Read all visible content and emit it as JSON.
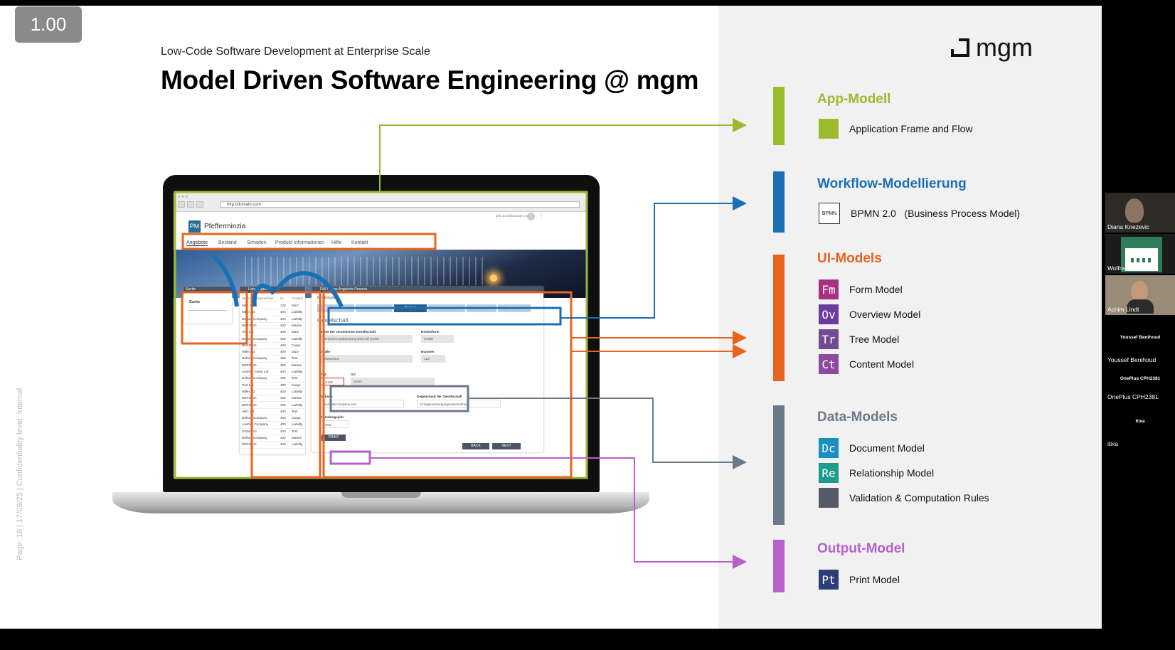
{
  "zoom_level": "1.00",
  "slide": {
    "subtitle": "Low-Code Software Development at Enterprise Scale",
    "title": "Model Driven Software Engineering @ mgm",
    "logo_text": "mgm",
    "sidebar_text": "Page: 18  |  17/09/25  |  Confidentiality level: Internal"
  },
  "categories": [
    {
      "title": "App-Modell",
      "color": "#9bbb2f",
      "items": [
        {
          "chip": "",
          "chip_color": "#9bbb2f",
          "label": "Application Frame and Flow"
        }
      ]
    },
    {
      "title": "Workflow-Modellierung",
      "color": "#1b6fb5",
      "bpmn": {
        "chip": "BPMN",
        "label": "BPMN 2.0   (Business Process Model)"
      }
    },
    {
      "title": "UI-Models",
      "color": "#e8641e",
      "items": [
        {
          "chip": "Fm",
          "chip_color": "#a8317f",
          "label": "Form Model"
        },
        {
          "chip": "Ov",
          "chip_color": "#6b3c9c",
          "label": "Overview Model"
        },
        {
          "chip": "Tr",
          "chip_color": "#6f4c91",
          "label": "Tree Model"
        },
        {
          "chip": "Ct",
          "chip_color": "#8b4a9e",
          "label": "Content Model"
        }
      ]
    },
    {
      "title": "Data-Models",
      "color": "#6b7a8b",
      "items": [
        {
          "chip": "Dc",
          "chip_color": "#1b8fbf",
          "label": "Document Model"
        },
        {
          "chip": "Re",
          "chip_color": "#1d9b8f",
          "label": "Relationship Model"
        },
        {
          "chip": "",
          "chip_color": "#545b66",
          "label": "Validation & Computation Rules"
        }
      ]
    },
    {
      "title": "Output-Model",
      "color": "#b561c9",
      "items": [
        {
          "chip": "Pt",
          "chip_color": "#2a3f7a",
          "label": "Print Model"
        }
      ]
    }
  ],
  "mockup": {
    "url": "http://domain.com",
    "app_logo": "PM",
    "app_name": "Pfefferminzia",
    "user": "john.doe@browser.com",
    "nav": [
      "Angebote",
      "Bestand",
      "Schaden",
      "Produkt Informationen",
      "Hilfe",
      "Kontakt"
    ],
    "search_title": "Suche",
    "search_label": "Suche",
    "list_title": "Liste Angebote",
    "list_headers": [
      "Versicherungsnehmer",
      "Nr.",
      "Product"
    ],
    "list_rows": [
      [
        "ABC Ltd.",
        "178",
        "D&O"
      ],
      [
        "Miller AG",
        "400",
        "Liability"
      ],
      [
        "Default Company",
        "400",
        "Liability"
      ],
      [
        "DEPG AG",
        "400",
        "Marine"
      ],
      [
        "Test Ltd.",
        "400",
        "D&O"
      ],
      [
        "Default Company",
        "400",
        "Liability"
      ],
      [
        "DEPG AG",
        "400",
        "Cargo"
      ],
      [
        "Miller AG",
        "400",
        "D&O"
      ],
      [
        "Default Company",
        "400",
        "Test"
      ],
      [
        "DEPG AG",
        "400",
        "Marine"
      ],
      [
        "Another Comp Ltd",
        "400",
        "Liability"
      ],
      [
        "Default Company",
        "400",
        "Test"
      ],
      [
        "Test Ltd.",
        "400",
        "Cargo"
      ],
      [
        "Miller AG",
        "400",
        "Liability"
      ],
      [
        "DEPG AG",
        "400",
        "Marine"
      ],
      [
        "DEPG AG",
        "400",
        "Liability"
      ],
      [
        "ABC Ltd.",
        "400",
        "Test"
      ],
      [
        "Default Company",
        "400",
        "Cargo"
      ],
      [
        "Another Company",
        "400",
        "Liability"
      ],
      [
        "GmbH AG",
        "400",
        "Test"
      ],
      [
        "Default Company",
        "400",
        "Marine"
      ],
      [
        "DEPG AG",
        "400",
        "Liability"
      ]
    ],
    "process_title": "D&O Thiga Angebots Prozess",
    "steps_caption": "Ihre Eingaben",
    "steps": [
      "Voraussetzungen",
      "Deckung & Prämie",
      "Partner",
      "Zusatzfragen",
      "Angebot",
      "Vertrag"
    ],
    "section": "Gesellschaft",
    "fields": {
      "name_label": "Name der versicherten Gesellschaft",
      "name_value": "Versicherungsberatung Bischoff GmbH",
      "rechtsform_label": "Rechtsform",
      "rechtsform_value": "GmbH",
      "strasse_label": "Straße",
      "strasse_value": "Teststrasse",
      "nummer_label": "Nummer",
      "nummer_value": "123",
      "plz_label": "PLZ",
      "plz_value": "10100",
      "ort_label": "Ort",
      "ort_value": "Berlin",
      "website_label": "Website",
      "website_value": "www.abccompany.com",
      "gegenstand_label": "Gegenstand der Gesellschaft",
      "gegenstand_value": "Energieversorgungsunternehmen",
      "gruendung_label": "Gründungsjahr",
      "gruendung_value": "1950"
    },
    "print_btn": "PRINT",
    "back_btn": "BACK",
    "next_btn": "NEXT"
  },
  "participants": [
    {
      "name": "Diana Knezevic"
    },
    {
      "name": "Wolfram Hardt"
    },
    {
      "name": "Achim Lindt"
    },
    {
      "name": "Youssef Benihoud",
      "center": "Youssef Benihoud"
    },
    {
      "name": "OnePlus CPH2381",
      "center": "OnePlus CPH2381"
    },
    {
      "name": "itixa",
      "center": "itixa"
    }
  ]
}
